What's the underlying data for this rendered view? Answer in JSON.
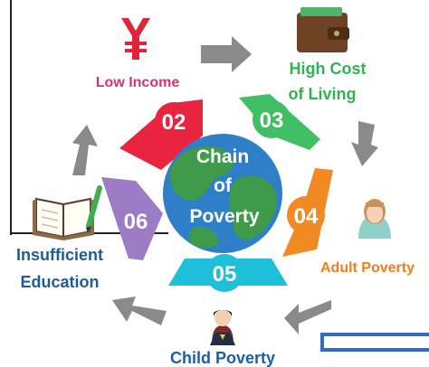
{
  "diagram": {
    "center": {
      "line1": "Chain",
      "line2": "of",
      "line3": "Poverty"
    },
    "steps": [
      {
        "number": "02",
        "label": "Low Income",
        "color": "#e8243f",
        "label_color": "#d9336e",
        "icon": "yen-icon"
      },
      {
        "number": "03",
        "label_line1": "High  Cost",
        "label_line2": "of Living",
        "color": "#41bf64",
        "label_color": "#2fb356",
        "icon": "wallet-icon"
      },
      {
        "number": "04",
        "label": "Adult Poverty",
        "color": "#f28a24",
        "label_color": "#f07e1c",
        "icon": "adult-woman-icon"
      },
      {
        "number": "05",
        "label": "Child Poverty",
        "color": "#1dbfd9",
        "label_color": "#1a5fa8",
        "icon": "child-hero-icon"
      },
      {
        "number": "06",
        "label_line1": "Insufficient",
        "label_line2": "Education",
        "color": "#9c7cc4",
        "label_color": "#1f5c93",
        "icon": "book-pencil-icon"
      }
    ],
    "colors": {
      "arrow": "#8a8a8a",
      "globe_ocean": "#2f7fc8",
      "globe_land": "#3f9b4a",
      "overlay_box_border": "#2f6cc4"
    }
  }
}
